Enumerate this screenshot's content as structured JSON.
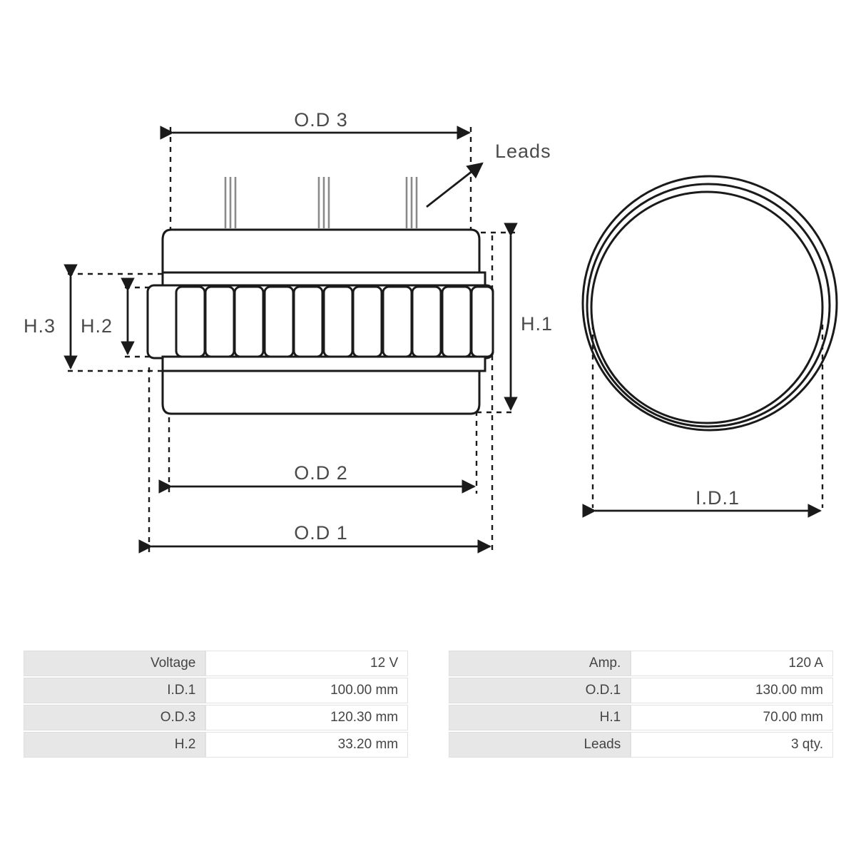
{
  "diagram": {
    "title_hidden": "",
    "side_view": {
      "labels": {
        "od3": "O.D 3",
        "od2": "O.D 2",
        "od1": "O.D 1",
        "h1": "H.1",
        "h2": "H.2",
        "h3": "H.3",
        "leads": "Leads"
      },
      "lead_groups": 3,
      "wires_per_lead_group": 3,
      "lamination_slots": 11
    },
    "front_view": {
      "labels": {
        "id1": "I.D.1"
      },
      "ring_circles": 3
    }
  },
  "spec_table": {
    "rows": [
      {
        "left_label": "Voltage",
        "left_value": "12 V",
        "right_label": "Amp.",
        "right_value": "120 A"
      },
      {
        "left_label": "I.D.1",
        "left_value": "100.00 mm",
        "right_label": "O.D.1",
        "right_value": "130.00 mm"
      },
      {
        "left_label": "O.D.3",
        "left_value": "120.30 mm",
        "right_label": "H.1",
        "right_value": "70.00 mm"
      },
      {
        "left_label": "H.2",
        "left_value": "33.20 mm",
        "right_label": "Leads",
        "right_value": "3 qty."
      }
    ]
  },
  "colors": {
    "line": "#1a1a1a",
    "label_text": "#4a4a4a",
    "table_label_bg": "#e7e7e7",
    "table_value_bg": "#ffffff",
    "background": "#ffffff"
  }
}
